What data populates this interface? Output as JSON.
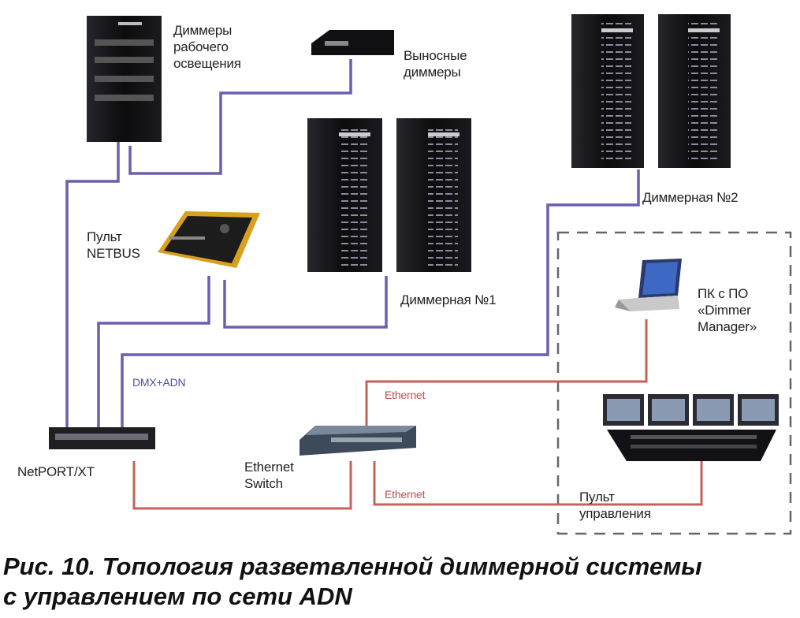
{
  "labels": {
    "dimmers_work": [
      "Диммеры",
      "рабочего",
      "освещения"
    ],
    "remote_dimmers": [
      "Выносные",
      "диммеры"
    ],
    "console_netbus": [
      "Пульт",
      "NETBUS"
    ],
    "dimmer_room_1": "Диммерная №1",
    "dimmer_room_2": "Диммерная №2",
    "pc": [
      "ПК с ПО",
      "«Dimmer",
      "Manager»"
    ],
    "dmx_adn": "DMX+ADN",
    "ethernet_top": "Ethernet",
    "ethernet_bottom": "Ethernet",
    "netport": "NetPORT/XT",
    "switch": [
      "Ethernet",
      "Switch"
    ],
    "control_consoles": [
      "Пульт",
      "управления"
    ]
  },
  "caption": {
    "line1": "Рис. 10. Топология разветвленной диммерной системы",
    "line2": "с управлением по сети ADN"
  },
  "colors": {
    "blue_link": "#6a5fb0",
    "red_link": "#c8605a",
    "rack": "#0e0e10",
    "dashed_box": "#666666"
  },
  "icons": {
    "rack": "dimmer-rack-icon",
    "remote": "remote-dimmer-icon",
    "console": "netbus-console-icon",
    "laptop": "laptop-icon",
    "switch": "ethernet-switch-icon",
    "netport": "netport-device-icon",
    "control": "control-console-icon"
  }
}
